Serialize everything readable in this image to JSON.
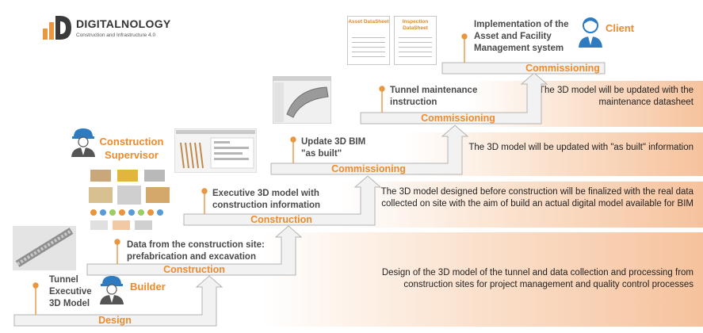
{
  "logo": {
    "name": "DIGITALNOLOGY",
    "tagline": "Construction and Infrastructure 4.0"
  },
  "stages": [
    {
      "label": "Design"
    },
    {
      "label": "Construction"
    },
    {
      "label": "Construction"
    },
    {
      "label": "Commissioning"
    },
    {
      "label": "Commissioning"
    },
    {
      "label": "Commissioning"
    }
  ],
  "steps": {
    "tunnel_model": "Tunnel Executive 3D Model",
    "site_data": "Data from the construction site: prefabrication and excavation",
    "executive_model": "Executive 3D model with construction information",
    "update_bim": "Update 3D BIM \"as built\"",
    "maintenance": "Tunnel maintenance instruction",
    "implementation": "Implementation of the Asset and Facility Management system"
  },
  "roles": {
    "builder": "Builder",
    "supervisor": "Construction Supervisor",
    "client": "Client"
  },
  "descriptions": {
    "design": "Design of the 3D model of the tunnel and data collection and processing from construction sites for project management and quality control processes",
    "construction": "The 3D model designed before construction will be finalized with the real data collected on site with the aim of build an actual digital model available for BIM",
    "as_built": "The 3D model will be updated with \"as built\" information",
    "maintenance": "The 3D model will be updated with the maintenance datasheet"
  },
  "sheets": {
    "asset": "Asset DataSheet",
    "inspection": "Inspection DataSheet"
  },
  "colors": {
    "accent": "#ee8a2c",
    "step_fill": "#f2f2f2",
    "step_stroke": "#b3b3b3",
    "band": "#f6c29d"
  }
}
